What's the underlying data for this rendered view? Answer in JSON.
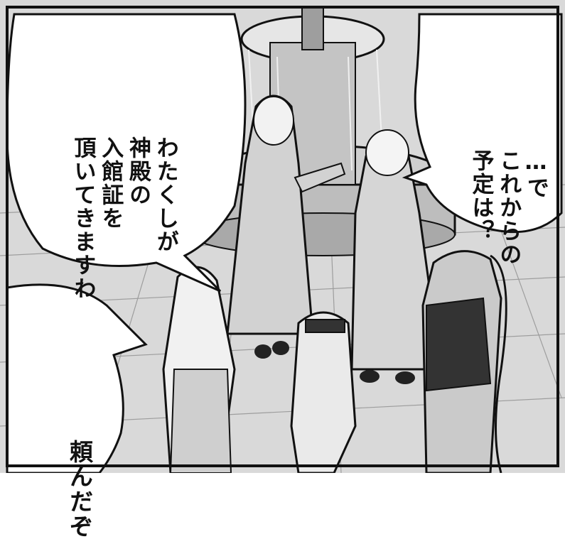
{
  "panel": {
    "colors": {
      "ink": "#111111",
      "paper": "#ffffff",
      "floor": "#bdbdbd",
      "tone": "#8f8f8f"
    },
    "balloons": {
      "left_upper": {
        "lines": [
          "わたくしが",
          "神殿の",
          "入館証を",
          "頂いてきますわ"
        ]
      },
      "right_upper": {
        "lines": [
          "…で",
          "これからの",
          "予定は？"
        ]
      },
      "left_lower": {
        "lines": [
          "頼んだぞ"
        ]
      }
    }
  }
}
